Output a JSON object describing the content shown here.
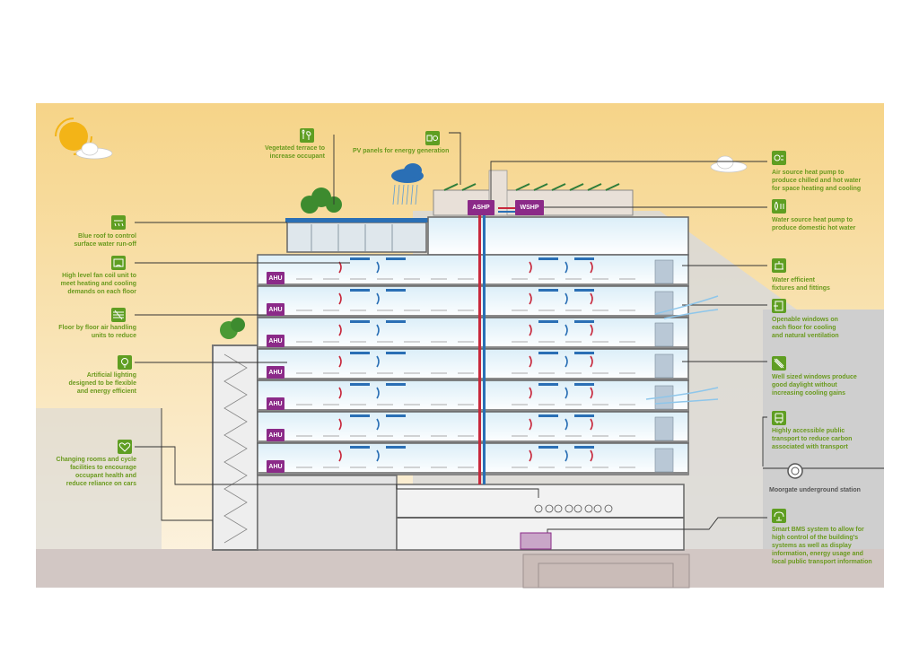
{
  "colors": {
    "sky_top": "#f6d488",
    "sky_bottom": "#fbf0dc",
    "green": "#5f9e22",
    "green_text": "#6a9a1e",
    "purple": "#8b2a88",
    "ground": "#d2c7c4",
    "shadow": "#d9d9d9",
    "pipe_red": "#c8283c",
    "pipe_blue": "#2a6fb5"
  },
  "icons": [
    "leaf-tree-icon",
    "solar-panel-icon",
    "heat-pump-icon",
    "water-heat-pump-icon",
    "rain-roof-icon",
    "fan-coil-icon",
    "air-handling-icon",
    "lightbulb-icon",
    "heart-icon",
    "tap-icon",
    "window-icon",
    "sun-window-icon",
    "bus-icon",
    "monitor-icon"
  ],
  "callouts": {
    "vegetated_terrace": [
      "Vegetated terrace to",
      "increase occupant"
    ],
    "pv_panels": [
      "PV panels for energy generation"
    ],
    "ashp_desc": [
      "Air source heat pump to",
      "produce chilled and hot water",
      "for space heating and cooling"
    ],
    "wshp_desc": [
      "Water source heat pump to",
      "produce domestic hot water"
    ],
    "blue_roof": [
      "Blue roof to control",
      "surface water run-off"
    ],
    "fan_coil": [
      "High level fan coil unit to",
      "meet heating and cooling",
      "demands on each floor"
    ],
    "ahu_units": [
      "Floor by floor air handling",
      "units to reduce"
    ],
    "lighting": [
      "Artificial lighting",
      "designed to be flexible",
      "and energy efficient"
    ],
    "changing_rooms": [
      "Changing rooms and cycle",
      "facilities to encourage",
      "occupant health and",
      "reduce reliance on cars"
    ],
    "water_fixtures": [
      "Water efficient",
      "fixtures and fittings"
    ],
    "openable_windows": [
      "Openable windows on",
      "each floor for cooling",
      "and natural ventilation"
    ],
    "daylight_windows": [
      "Well sized windows produce",
      "good daylight without",
      "increasing cooling gains"
    ],
    "transport": [
      "Highly accessible public",
      "transport to reduce carbon",
      "associated with transport"
    ],
    "station": [
      "Moorgate underground station"
    ],
    "bms": [
      "Smart BMS system to allow for",
      "high control of the building's",
      "systems as well as display",
      "information, energy usage and",
      "local public transport information"
    ]
  },
  "plant": {
    "ashp": "ASHP",
    "wshp": "WSHP",
    "ahu": "AHU"
  }
}
